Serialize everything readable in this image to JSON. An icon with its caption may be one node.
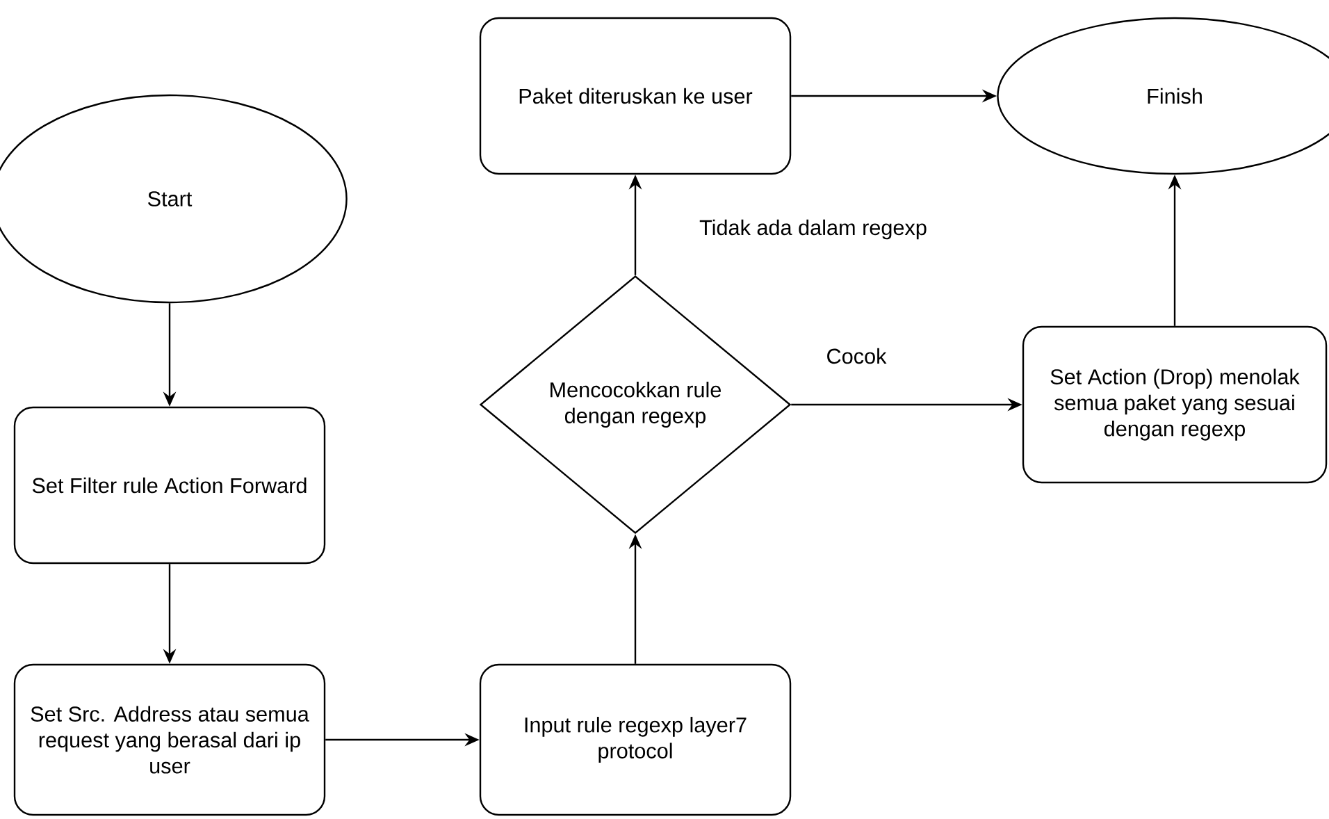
{
  "diagram": {
    "nodes": [
      {
        "text": [
          "Start"
        ]
      },
      {
        "text": [
          "Set Filter rule Action Forward"
        ]
      },
      {
        "text": [
          "Set Src. Address atau semua request yang berasal dari ip user"
        ]
      },
      {
        "text": [
          "Input rule regexp layer7 protocol"
        ]
      },
      {
        "text": [
          "Mencocokkan rule dengan regexp"
        ]
      },
      {
        "text": [
          "Paket diteruskan ke user"
        ]
      },
      {
        "text": [
          "Finish"
        ]
      },
      {
        "text": [
          "Set Action (Drop) menolak semua paket yang sesuai dengan regexp"
        ]
      }
    ],
    "edges": [
      {
        "from": 0,
        "to": 1,
        "arrow": "to"
      },
      {
        "from": 1,
        "to": 2,
        "arrow": "to"
      },
      {
        "from": 2,
        "to": 3,
        "arrow": "to"
      },
      {
        "from": 3,
        "to": 4,
        "arrow": "to"
      },
      {
        "from": 4,
        "to": 5,
        "arrow": "to",
        "label": "Tidak ada dalam regexp"
      },
      {
        "from": 5,
        "to": 6,
        "arrow": "to"
      },
      {
        "from": 4,
        "to": 7,
        "arrow": "to",
        "label": "Cocok"
      },
      {
        "from": 7,
        "to": 6,
        "arrow": "to"
      }
    ]
  }
}
